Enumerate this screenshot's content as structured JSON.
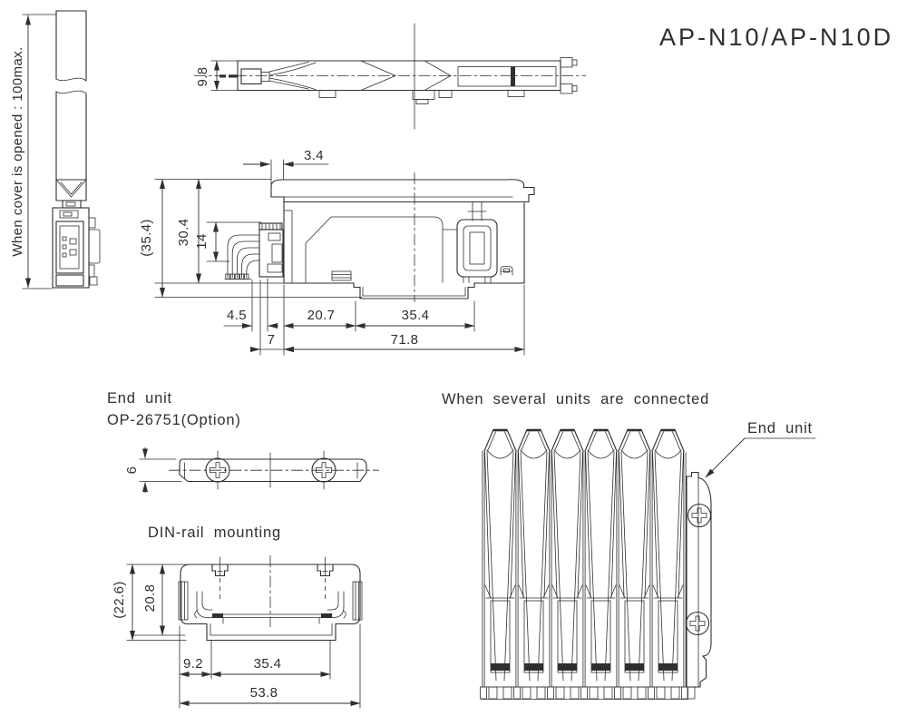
{
  "title": "AP-N10/AP-N10D",
  "colors": {
    "line": "#2f2f2f",
    "background": "#ffffff"
  },
  "icons": {
    "phillips_screw": "circle-with-cross"
  },
  "open_cover_view": {
    "note": "When cover is opened : 100max."
  },
  "top_view": {
    "dim_height": "9.8"
  },
  "side_view": {
    "dim_cover_offset": "3.4",
    "dim_overall_height": "(35.4)",
    "dim_body_height": "30.4",
    "dim_cable_bend": "14",
    "dim_cable_gap": "4.5",
    "dim_front_to_rail": "20.7",
    "dim_rail_slot_width": "35.4",
    "dim_front_depth": "7",
    "dim_overall_depth": "71.8"
  },
  "end_unit_view": {
    "label_line1": "End unit",
    "label_line2": "OP-26751(Option)",
    "dim_thickness": "6"
  },
  "din_rail_view": {
    "label": "DIN-rail mounting",
    "dim_overall_height": "(22.6)",
    "dim_body_height": "20.8",
    "dim_side_offset": "9.2",
    "dim_rail_width": "35.4",
    "dim_overall_width": "53.8"
  },
  "connected_view": {
    "label": "When several units are connected",
    "callout": "End unit",
    "unit_count": 6
  }
}
